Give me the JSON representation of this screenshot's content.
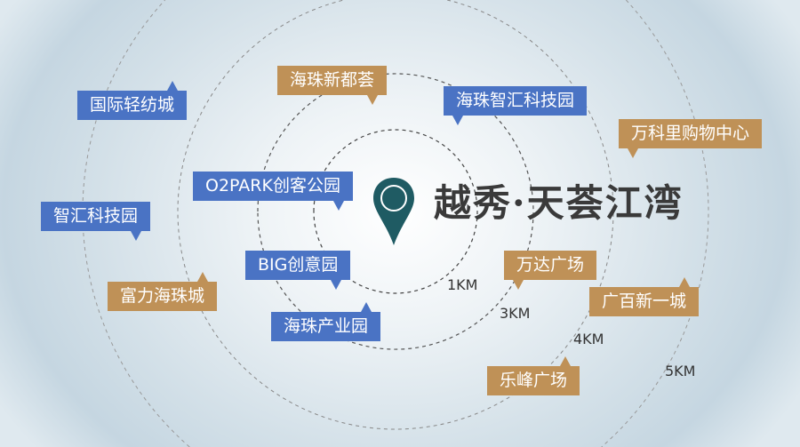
{
  "logo": {
    "text": "越秀·天荟江湾"
  },
  "rings": [
    "1KM",
    "3KM",
    "4KM",
    "5KM"
  ],
  "places": {
    "guoji": "国际轻纺城",
    "haizhu_xin": "海珠新都荟",
    "zhihui_park": "海珠智汇科技园",
    "wanke": "万科里购物中心",
    "o2park": "O2PARK创客公园",
    "zhihui": "智汇科技园",
    "big": "BIG创意园",
    "fuli": "富力海珠城",
    "chanye": "海珠产业园",
    "wanda": "万达广场",
    "guangbai": "广百新一城",
    "lefeng": "乐峰广场"
  },
  "colors": {
    "blue": "#4a73c4",
    "tan": "#bf9157",
    "pin": "#1f5b63"
  }
}
